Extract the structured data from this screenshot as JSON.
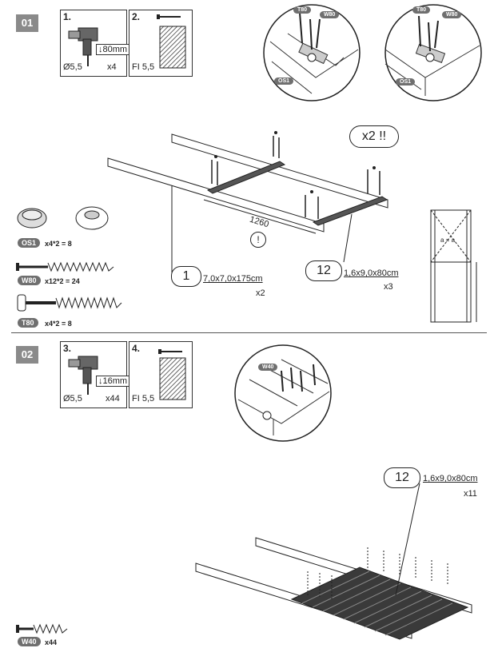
{
  "step1": {
    "badge": "01",
    "panel1": {
      "num": "1.",
      "drill": "Ø5,5",
      "depth": "↓80mm",
      "count": "x4"
    },
    "panel2": {
      "num": "2.",
      "label": "FI 5,5"
    },
    "callout_left": {
      "tags": [
        "T80",
        "W80",
        "OS1"
      ]
    },
    "callout_right": {
      "tags": [
        "T80",
        "W80",
        "OS1"
      ]
    },
    "repeat": "x2 !!",
    "dimension": "1260",
    "warning": "!",
    "part1": {
      "id": "1",
      "dims": "7,0x7,0x175cm",
      "qty": "x2"
    },
    "part12": {
      "id": "12",
      "dims": "1,6x9,0x80cm",
      "qty": "x3"
    },
    "diag_label": "a = a",
    "hardware": [
      {
        "tag": "OS1",
        "count": "x4*2 = 8"
      },
      {
        "tag": "W80",
        "count": "x12*2 = 24"
      },
      {
        "tag": "T80",
        "count": "x4*2 = 8"
      }
    ]
  },
  "step2": {
    "badge": "02",
    "panel3": {
      "num": "3.",
      "drill": "Ø5,5",
      "depth": "↓16mm",
      "count": "x44"
    },
    "panel4": {
      "num": "4.",
      "label": "FI 5,5"
    },
    "callout": {
      "tag": "W40"
    },
    "part12": {
      "id": "12",
      "dims": "1,6x9,0x80cm",
      "qty": "x11"
    },
    "hardware": [
      {
        "tag": "W40",
        "count": "x44"
      }
    ]
  }
}
